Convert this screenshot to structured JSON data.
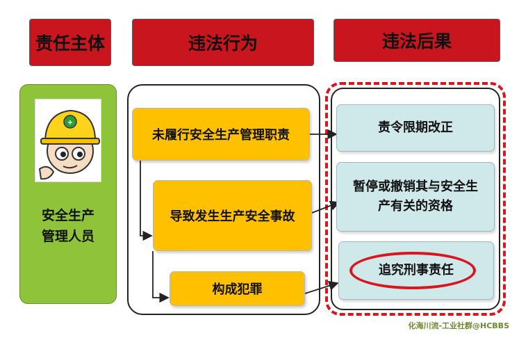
{
  "headers": {
    "subject": "责任主体",
    "behavior": "违法行为",
    "consequence": "违法后果"
  },
  "subject": {
    "label": "安全生产\n管理人员"
  },
  "behaviors": [
    "未履行安全生产管理职责",
    "导致发生生产安全事故",
    "构成犯罪"
  ],
  "consequences": [
    "责令限期改正",
    "暂停或撤销其与安全生\n产有关的资格",
    "追究刑事责任"
  ],
  "watermark": "化海川流-工业社群@HCBBS",
  "colors": {
    "header": "#c8151e",
    "subject_panel": "#8fc43a",
    "behavior_box": "#ffc000",
    "consequence_box": "#cfe8ea",
    "highlight": "#d9151d"
  }
}
